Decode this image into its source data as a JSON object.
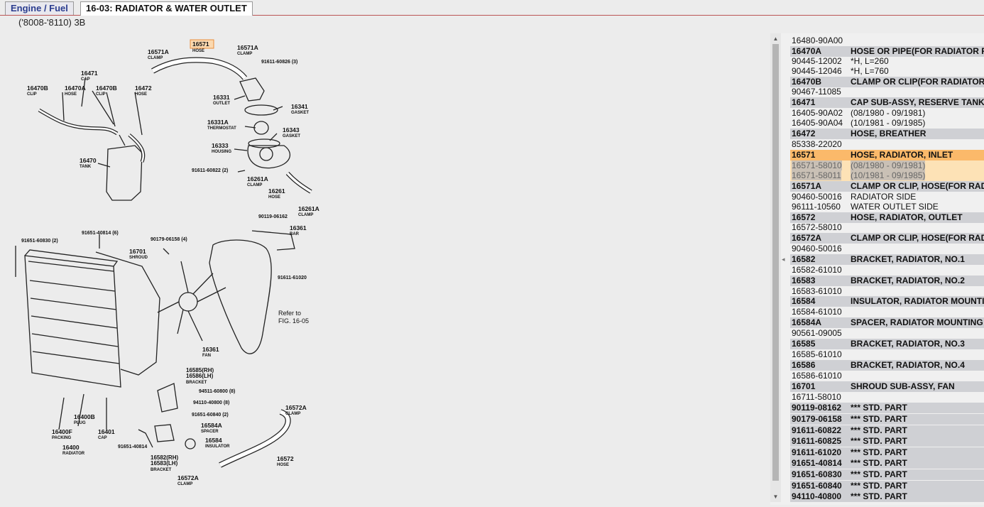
{
  "tabs": [
    {
      "label": "Engine / Fuel"
    },
    {
      "label": "16-03: RADIATOR & WATER OUTLET"
    }
  ],
  "subtitle": "('8008-'8110) 3B",
  "diagram": {
    "labels": [
      {
        "code": "16571",
        "desc": "HOSE"
      },
      {
        "code": "16571A",
        "desc": "CLAMP"
      },
      {
        "code": "16571A",
        "desc": "CLAMP"
      },
      {
        "code": "91611-60826 (3)",
        "desc": ""
      },
      {
        "code": "16471",
        "desc": "CAP"
      },
      {
        "code": "16470B",
        "desc": "CLIP"
      },
      {
        "code": "16470A",
        "desc": "HOSE"
      },
      {
        "code": "16470B",
        "desc": "CLIP"
      },
      {
        "code": "16472",
        "desc": "HOSE"
      },
      {
        "code": "16331",
        "desc": "OUTLET"
      },
      {
        "code": "16341",
        "desc": "GASKET"
      },
      {
        "code": "16331A",
        "desc": "THERMOSTAT"
      },
      {
        "code": "16343",
        "desc": "GASKET"
      },
      {
        "code": "16333",
        "desc": "HOUSING"
      },
      {
        "code": "16470",
        "desc": "TANK"
      },
      {
        "code": "91611-60822 (2)",
        "desc": ""
      },
      {
        "code": "16261A",
        "desc": "CLAMP"
      },
      {
        "code": "16261",
        "desc": "HOSE"
      },
      {
        "code": "16261A",
        "desc": "CLAMP"
      },
      {
        "code": "90119-06162",
        "desc": ""
      },
      {
        "code": "16361",
        "desc": "BAR"
      },
      {
        "code": "91651-60830 (2)",
        "desc": ""
      },
      {
        "code": "91651-40814 (6)",
        "desc": ""
      },
      {
        "code": "90179-06158 (4)",
        "desc": ""
      },
      {
        "code": "16701",
        "desc": "SHROUD"
      },
      {
        "code": "91611-61020",
        "desc": ""
      },
      {
        "code": "Refer to",
        "desc": "FIG. 16-05"
      },
      {
        "code": "16361",
        "desc": "FAN"
      },
      {
        "code": "16585(RH)",
        "desc": ""
      },
      {
        "code": "16586(LH)",
        "desc": "BRACKET"
      },
      {
        "code": "94511-60800 (8)",
        "desc": ""
      },
      {
        "code": "94110-40800 (8)",
        "desc": ""
      },
      {
        "code": "91651-60840 (2)",
        "desc": ""
      },
      {
        "code": "16584A",
        "desc": "SPACER"
      },
      {
        "code": "16584",
        "desc": "INSULATOR"
      },
      {
        "code": "16572A",
        "desc": "CLAMP"
      },
      {
        "code": "16400B",
        "desc": "PLUG"
      },
      {
        "code": "16400F",
        "desc": "PACKING"
      },
      {
        "code": "16401",
        "desc": "CAP"
      },
      {
        "code": "16400",
        "desc": "RADIATOR"
      },
      {
        "code": "91651-40814",
        "desc": ""
      },
      {
        "code": "16582(RH)",
        "desc": ""
      },
      {
        "code": "16583(LH)",
        "desc": "BRACKET"
      },
      {
        "code": "16572",
        "desc": "HOSE"
      },
      {
        "code": "16572A",
        "desc": "CLAMP"
      }
    ]
  },
  "scrollbar": {
    "up_icon": "▲",
    "down_icon": "▼"
  },
  "splitter": {
    "arrow": "◂"
  },
  "parts": [
    {
      "type": "sub",
      "code": "16480-90A00",
      "desc": ""
    },
    {
      "type": "head",
      "code": "16470A",
      "desc": "HOSE OR PIPE(FOR RADIATOR R"
    },
    {
      "type": "sub",
      "code": "90445-12002",
      "desc": "*H, L=260"
    },
    {
      "type": "sub",
      "code": "90445-12046",
      "desc": "*H, L=760"
    },
    {
      "type": "head",
      "code": "16470B",
      "desc": "CLAMP OR CLIP(FOR RADIATOR"
    },
    {
      "type": "sub",
      "code": "90467-11085",
      "desc": ""
    },
    {
      "type": "head",
      "code": "16471",
      "desc": "CAP SUB-ASSY, RESERVE TANK"
    },
    {
      "type": "sub",
      "code": "16405-90A02",
      "desc": "(08/1980 - 09/1981)"
    },
    {
      "type": "sub",
      "code": "16405-90A04",
      "desc": "(10/1981 - 09/1985)"
    },
    {
      "type": "head",
      "code": "16472",
      "desc": "HOSE, BREATHER"
    },
    {
      "type": "sub",
      "code": "85338-22020",
      "desc": ""
    },
    {
      "type": "sel",
      "code": "16571",
      "desc": "HOSE, RADIATOR, INLET"
    },
    {
      "type": "selsub",
      "code": "16571-58010",
      "desc": "(08/1980 - 09/1981)"
    },
    {
      "type": "selsub",
      "code": "16571-58011",
      "desc": "(10/1981 - 09/1985)"
    },
    {
      "type": "head",
      "code": "16571A",
      "desc": "CLAMP OR CLIP, HOSE(FOR RAD"
    },
    {
      "type": "sub",
      "code": "90460-50016",
      "desc": "RADIATOR SIDE"
    },
    {
      "type": "sub",
      "code": "96111-10560",
      "desc": "WATER OUTLET SIDE"
    },
    {
      "type": "head",
      "code": "16572",
      "desc": "HOSE, RADIATOR, OUTLET"
    },
    {
      "type": "sub",
      "code": "16572-58010",
      "desc": ""
    },
    {
      "type": "head",
      "code": "16572A",
      "desc": "CLAMP OR CLIP, HOSE(FOR RAD"
    },
    {
      "type": "sub",
      "code": "90460-50016",
      "desc": ""
    },
    {
      "type": "head",
      "code": "16582",
      "desc": "BRACKET, RADIATOR, NO.1"
    },
    {
      "type": "sub",
      "code": "16582-61010",
      "desc": ""
    },
    {
      "type": "head",
      "code": "16583",
      "desc": "BRACKET, RADIATOR, NO.2"
    },
    {
      "type": "sub",
      "code": "16583-61010",
      "desc": ""
    },
    {
      "type": "head",
      "code": "16584",
      "desc": "INSULATOR, RADIATOR MOUNTII"
    },
    {
      "type": "sub",
      "code": "16584-61010",
      "desc": ""
    },
    {
      "type": "head",
      "code": "16584A",
      "desc": "SPACER, RADIATOR MOUNTING"
    },
    {
      "type": "sub",
      "code": "90561-09005",
      "desc": ""
    },
    {
      "type": "head",
      "code": "16585",
      "desc": "BRACKET, RADIATOR, NO.3"
    },
    {
      "type": "sub",
      "code": "16585-61010",
      "desc": ""
    },
    {
      "type": "head",
      "code": "16586",
      "desc": "BRACKET, RADIATOR, NO.4"
    },
    {
      "type": "sub",
      "code": "16586-61010",
      "desc": ""
    },
    {
      "type": "head",
      "code": "16701",
      "desc": "SHROUD SUB-ASSY, FAN"
    },
    {
      "type": "sub",
      "code": "16711-58010",
      "desc": ""
    },
    {
      "type": "head",
      "code": "90119-08162",
      "desc": "*** STD. PART"
    },
    {
      "type": "head",
      "code": "90179-06158",
      "desc": "*** STD. PART"
    },
    {
      "type": "head",
      "code": "91611-60822",
      "desc": "*** STD. PART"
    },
    {
      "type": "head",
      "code": "91611-60825",
      "desc": "*** STD. PART"
    },
    {
      "type": "head",
      "code": "91611-61020",
      "desc": "*** STD. PART"
    },
    {
      "type": "head",
      "code": "91651-40814",
      "desc": "*** STD. PART"
    },
    {
      "type": "head",
      "code": "91651-60830",
      "desc": "*** STD. PART"
    },
    {
      "type": "head",
      "code": "91651-60840",
      "desc": "*** STD. PART"
    },
    {
      "type": "head",
      "code": "94110-40800",
      "desc": "*** STD. PART"
    }
  ]
}
